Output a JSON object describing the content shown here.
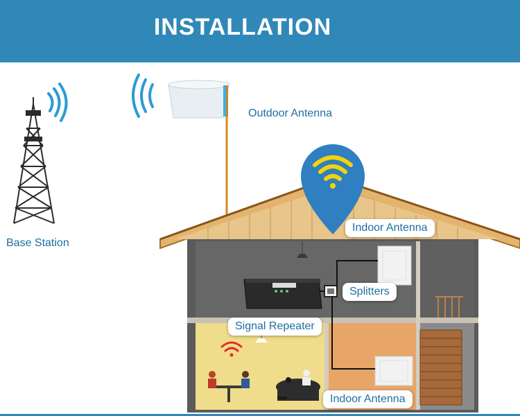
{
  "header": {
    "title": "INSTALLATION"
  },
  "labels": {
    "outdoor_antenna": "Outdoor Antenna",
    "base_station": "Base Station",
    "indoor_antenna_top": "Indoor Antenna",
    "splitters": "Splitters",
    "signal_repeater": "Signal Repeater",
    "indoor_antenna_bottom": "Indoor Antenna"
  },
  "icons": {
    "tower": "cell-tower-icon",
    "outdoor_antenna": "panel-antenna-icon",
    "wifi_pin": "wifi-location-pin-icon",
    "repeater": "signal-repeater-device",
    "splitter": "splitter-icon",
    "indoor_antenna": "indoor-panel-antenna-icon",
    "small_wifi": "wifi-icon"
  },
  "colors": {
    "banner": "#3088b8",
    "label_text": "#1d6ea3",
    "signal_waves": "#2a9bd6",
    "pin": "#2f7fc1",
    "wifi_yellow": "#f5d20a",
    "roof": "#e3b46e",
    "house_wall": "#5b5b5b"
  }
}
